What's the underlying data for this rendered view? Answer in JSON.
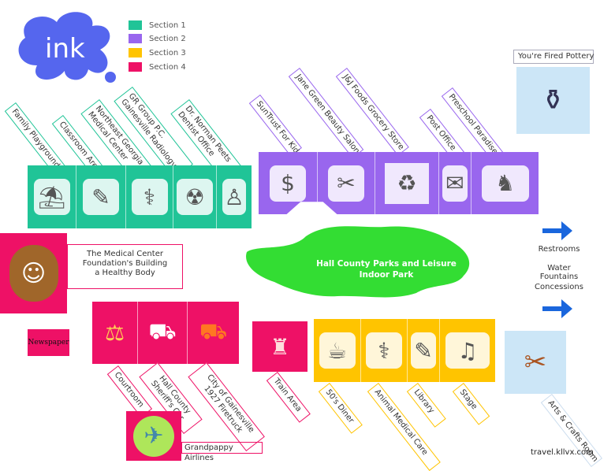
{
  "logo": {
    "text": "ink"
  },
  "legend": [
    {
      "label": "Section 1",
      "color": "#20c497"
    },
    {
      "label": "Section 2",
      "color": "#9966ee"
    },
    {
      "label": "Section 3",
      "color": "#ffc400"
    },
    {
      "label": "Section 4",
      "color": "#ee1166"
    }
  ],
  "section1": [
    {
      "label": "Family Playground",
      "icon": "slide-icon"
    },
    {
      "label": "Classroom Area",
      "icon": "classroom-icon"
    },
    {
      "label": "Northeast Georgia Medical Center",
      "icon": "doctor-icon"
    },
    {
      "label": "GR Group P.C. Gainesville Radiology",
      "icon": "xray-icon"
    },
    {
      "label": "Dr. Norman Peets Dentist Office",
      "icon": "tooth-icon"
    }
  ],
  "section2": [
    {
      "label": "SunTrust For Kids",
      "icon": "money-icon"
    },
    {
      "label": "Jane Green Beauty Salon",
      "icon": "stylist-icon"
    },
    {
      "label": "J&J Foods Grocery Store",
      "icon": "grocery-icon"
    },
    {
      "label": "Post Office",
      "icon": "mailbox-icon"
    },
    {
      "label": "Preschool Paradise",
      "icon": "toys-icon"
    }
  ],
  "section4": [
    {
      "label": "Courtroom",
      "icon": "gavel-icon"
    },
    {
      "label": "Hall County Sheriff's Car",
      "icon": "police-car-icon"
    },
    {
      "label": "City of Gainesville 1927 Firetruck",
      "icon": "firetruck-icon"
    }
  ],
  "train": {
    "label": "Train Area",
    "icon": "train-icon"
  },
  "section3": [
    {
      "label": "50's Diner",
      "icon": "chef-icon"
    },
    {
      "label": "Animal Medical Care",
      "icon": "vet-icon"
    },
    {
      "label": "Library",
      "icon": "reading-icon"
    },
    {
      "label": "Stage",
      "icon": "theater-icon"
    }
  ],
  "pottery": {
    "label": "You're Fired Pottery"
  },
  "arts": {
    "label": "Arts & Crafts Room"
  },
  "medical": {
    "label": "The Medical Center Foundation's Building a Healthy Body"
  },
  "newspaper": {
    "label": "Newspaper"
  },
  "airlines": {
    "label": "Grandpappy Airlines"
  },
  "park": {
    "label": "Hall County Parks and Leisure Indoor Park",
    "color": "#33dd33"
  },
  "amenities": [
    "Restrooms",
    "Water Fountains",
    "Concessions"
  ],
  "watermark": "travel.kllvx.com"
}
